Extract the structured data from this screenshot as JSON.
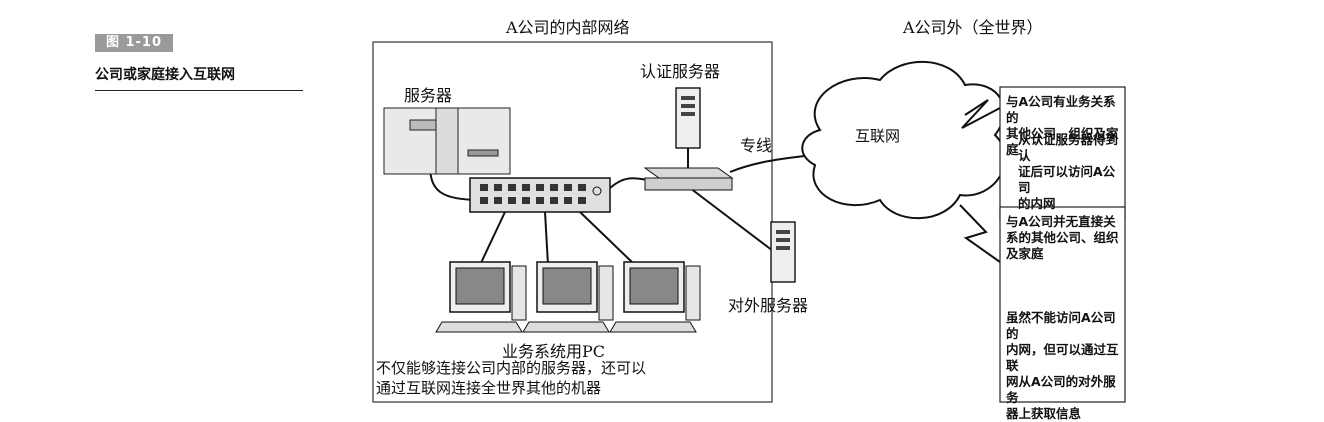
{
  "figure": {
    "number": "图 1-10",
    "caption": "公司或家庭接入互联网"
  },
  "sections": {
    "inside_title": "A公司的内部网络",
    "outside_title": "A公司外（全世界）"
  },
  "nodes": {
    "servers": "服务器",
    "auth_server": "认证服务器",
    "leased_line": "专线",
    "internet": "互联网",
    "external_server": "对外服务器",
    "business_pc": "业务系统用PC"
  },
  "pc_note": {
    "line1": "不仅能够连接公司内部的服务器，还可以",
    "line2": "通过互联网连接全世界其他的机器"
  },
  "partner_box": {
    "heading_line1": "与A公司有业务关系的",
    "heading_line2": "其他公司、组织及家庭",
    "body_line1": "从认证服务器得到认",
    "body_line2": "证后可以访问A公司",
    "body_line3": "的内网"
  },
  "other_box": {
    "heading_line1": "与A公司并无直接关",
    "heading_line2": "系的其他公司、组织",
    "heading_line3": "及家庭",
    "body_line1": "虽然不能访问A公司的",
    "body_line2": "内网，但可以通过互联",
    "body_line3": "网从A公司的对外服务",
    "body_line4": "器上获取信息"
  }
}
